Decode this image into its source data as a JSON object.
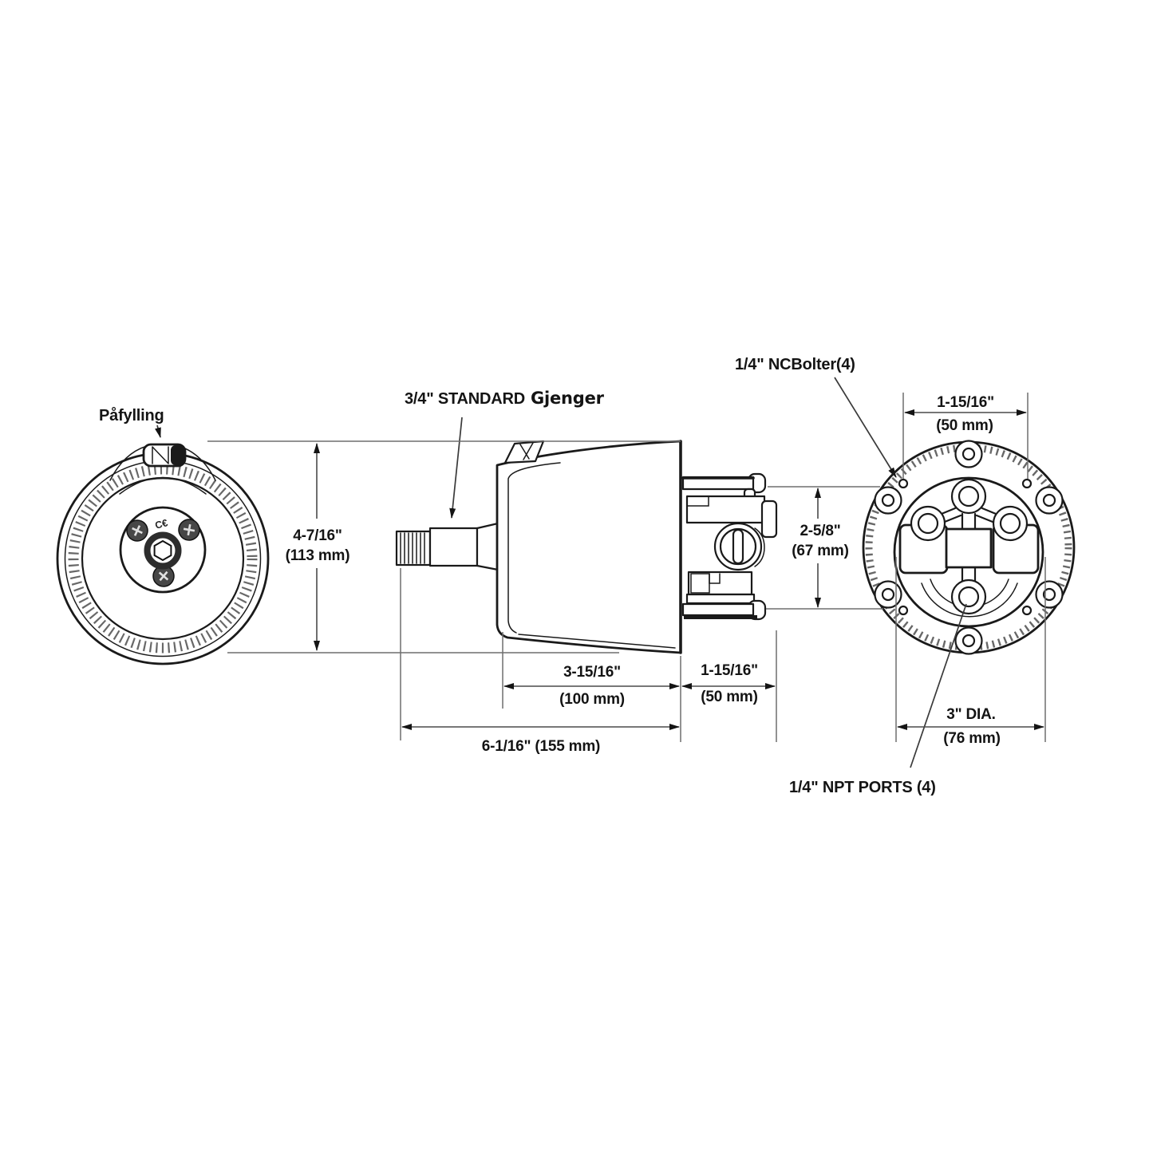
{
  "labels": {
    "filler": "Påfylling",
    "thread_spec": "3/4\" STANDARD",
    "thread_variant": "Gjenger",
    "nc_bolts": "1/4\" NCBolter(4)",
    "npt_ports": "1/4\" NPT PORTS (4)",
    "ce_mark": "C€"
  },
  "dims": {
    "height": {
      "in": "4-7/16\"",
      "mm": "(113 mm)"
    },
    "bolt_spacing": {
      "in": "1-15/16\"",
      "mm": "(50 mm)"
    },
    "port_span": {
      "in": "2-5/8\"",
      "mm": "(67 mm)"
    },
    "body_length": {
      "in": "3-15/16\"",
      "mm": "(100 mm)"
    },
    "rear_length": {
      "in": "1-15/16\"",
      "mm": "(50 mm)"
    },
    "overall_length": {
      "in_mm": "6-1/16\" (155 mm)"
    },
    "cylinder_diameter": {
      "in": "3\" DIA.",
      "mm": "(76 mm)"
    }
  },
  "colors": {
    "background": "#ffffff",
    "outline": "#1a1a1a",
    "dimension_lines": "#6e6e6e",
    "text": "#141414"
  }
}
